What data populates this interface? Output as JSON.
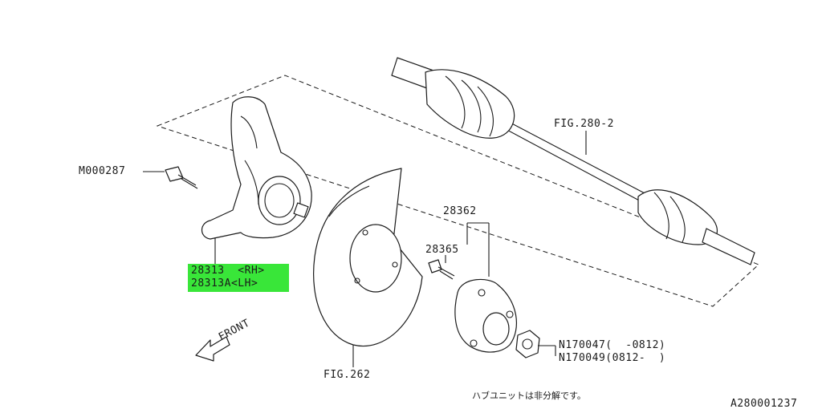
{
  "labels": {
    "bolt_part": "M000287",
    "knuckle_rh": "28313  <RH>",
    "knuckle_lh": "28313A<LH>",
    "axle_fig": "FIG.280-2",
    "hub_part": "28362",
    "hub_bolt": "28365",
    "nut_a": "N170047(  -0812)",
    "nut_b": "N170049(0812-  )",
    "shield_fig": "FIG.262",
    "front": "FRONT",
    "note": "ハブユニットは非分解です。",
    "diagram_id": "A280001237"
  },
  "colors": {
    "highlight": "#39e639",
    "ink": "#1a1a1a"
  }
}
